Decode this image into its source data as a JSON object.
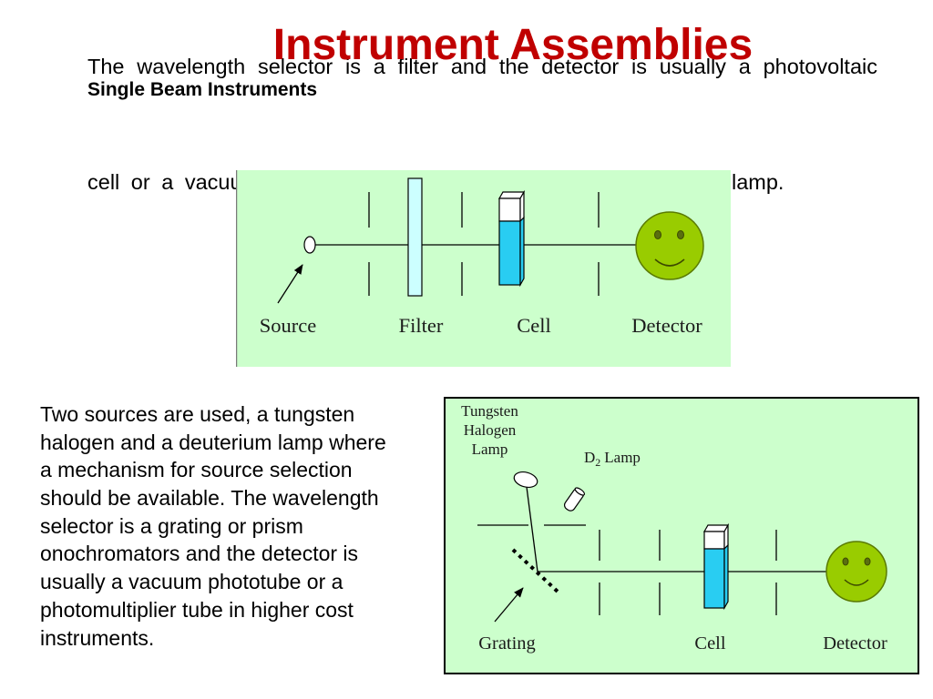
{
  "colors": {
    "title": "#c00000",
    "text": "#000000",
    "diagram_bg": "#ccffcc",
    "filter_fill": "#ccffff",
    "solution_fill": "#29cdf2",
    "detector_fill": "#99cc00"
  },
  "slide": {
    "title": "Instrument Assemblies",
    "intro_line": "The wavelength selector is a filter and the detector is usually a photovoltaic",
    "section_heading": "Single Beam Instruments",
    "continuation_left": "cell or a vacuu",
    "continuation_right": "lamp."
  },
  "single_beam_diagram": {
    "labels": {
      "source": "Source",
      "filter": "Filter",
      "cell": "Cell",
      "detector": "Detector"
    }
  },
  "description": {
    "lines": [
      "Two sources are used, a tungsten",
      "halogen and a deuterium lamp where",
      "a mechanism for source selection",
      "should be available. The wavelength",
      "selector is a grating or prism",
      "onochromators and the detector is",
      "usually a vacuum phototube or a",
      "photomultiplier tube in higher cost",
      "instruments."
    ]
  },
  "double_source_diagram": {
    "labels": {
      "tungsten_lamp": [
        "Tungsten",
        "Halogen",
        "Lamp"
      ],
      "d2_lamp": {
        "main": "D",
        "subscript": "2",
        "rest": "Lamp"
      },
      "grating": "Grating",
      "cell": "Cell",
      "detector": "Detector"
    }
  }
}
